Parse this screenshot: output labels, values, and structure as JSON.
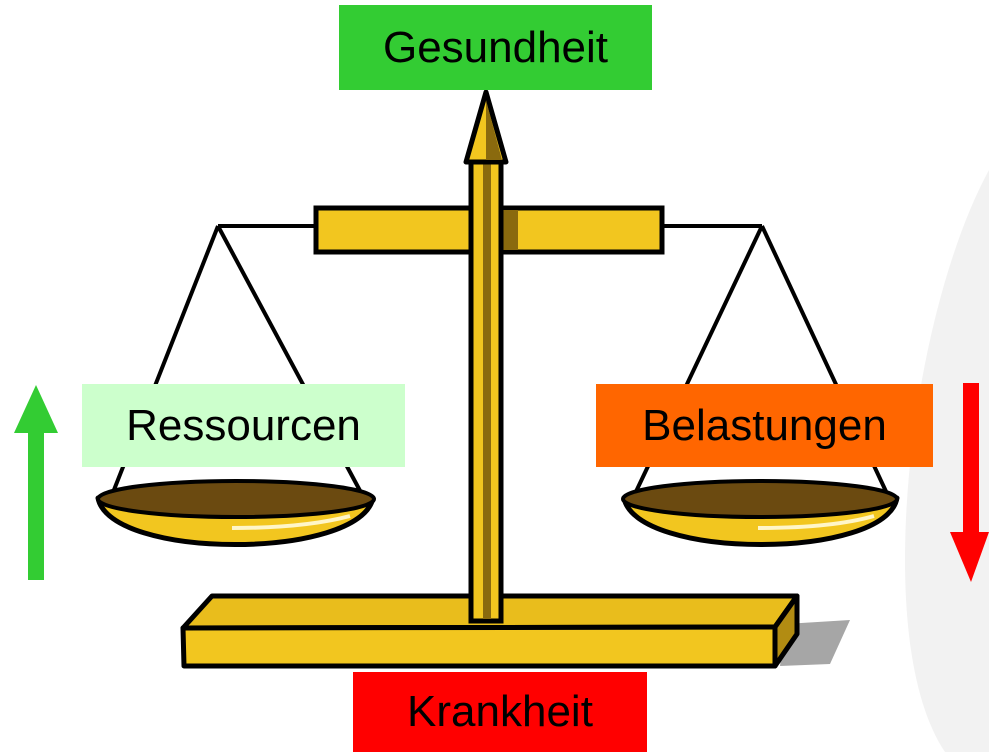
{
  "labels": {
    "top": "Gesundheit",
    "left": "Ressourcen",
    "right": "Belastungen",
    "bottom": "Krankheit"
  },
  "colors": {
    "top_bg": "#33cc33",
    "left_bg": "#ccffcc",
    "right_bg": "#ff6600",
    "bottom_bg": "#ff0000",
    "up_arrow": "#33cc33",
    "down_arrow": "#ff0000",
    "gold": "#f2c61f",
    "gold_dark": "#8a6a0e",
    "pan_inner": "#6b4a10",
    "outline": "#000000",
    "shadow": "#a6a6a6",
    "background_arc": "#f2f2f2"
  },
  "icons": {
    "up_arrow": "arrow-up-icon",
    "down_arrow": "arrow-down-icon",
    "balance_scale": "balance-scale-icon"
  }
}
